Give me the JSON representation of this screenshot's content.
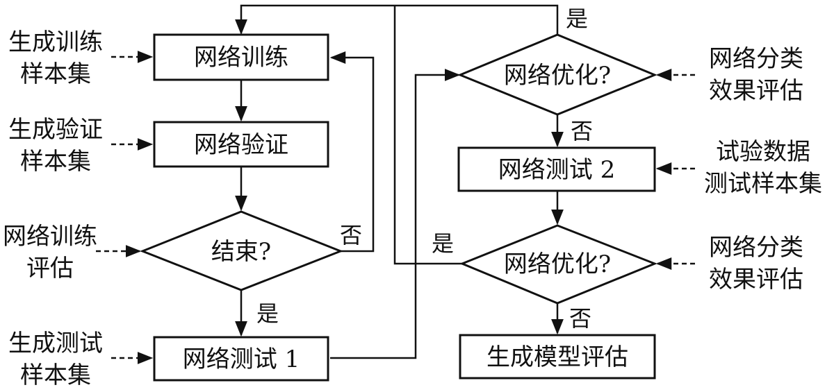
{
  "nodes": {
    "train": "网络训练",
    "validate": "网络验证",
    "end_check": "结束?",
    "test1": "网络测试 1",
    "optimize1": "网络优化?",
    "test2": "网络测试 2",
    "optimize2": "网络优化?",
    "final": "生成模型评估"
  },
  "side_inputs": {
    "gen_train": [
      "生成训练",
      "样本集"
    ],
    "gen_val": [
      "生成验证",
      "样本集"
    ],
    "train_eval": [
      "网络训练",
      "评估"
    ],
    "gen_test": [
      "生成测试",
      "样本集"
    ],
    "class_eval1": [
      "网络分类",
      "效果评估"
    ],
    "exp_data": [
      "试验数据",
      "测试样本集"
    ],
    "class_eval2": [
      "网络分类",
      "效果评估"
    ]
  },
  "edge_labels": {
    "end_no": "否",
    "end_yes": "是",
    "opt1_yes": "是",
    "opt1_no": "否",
    "opt2_yes": "是",
    "opt2_no": "否"
  }
}
